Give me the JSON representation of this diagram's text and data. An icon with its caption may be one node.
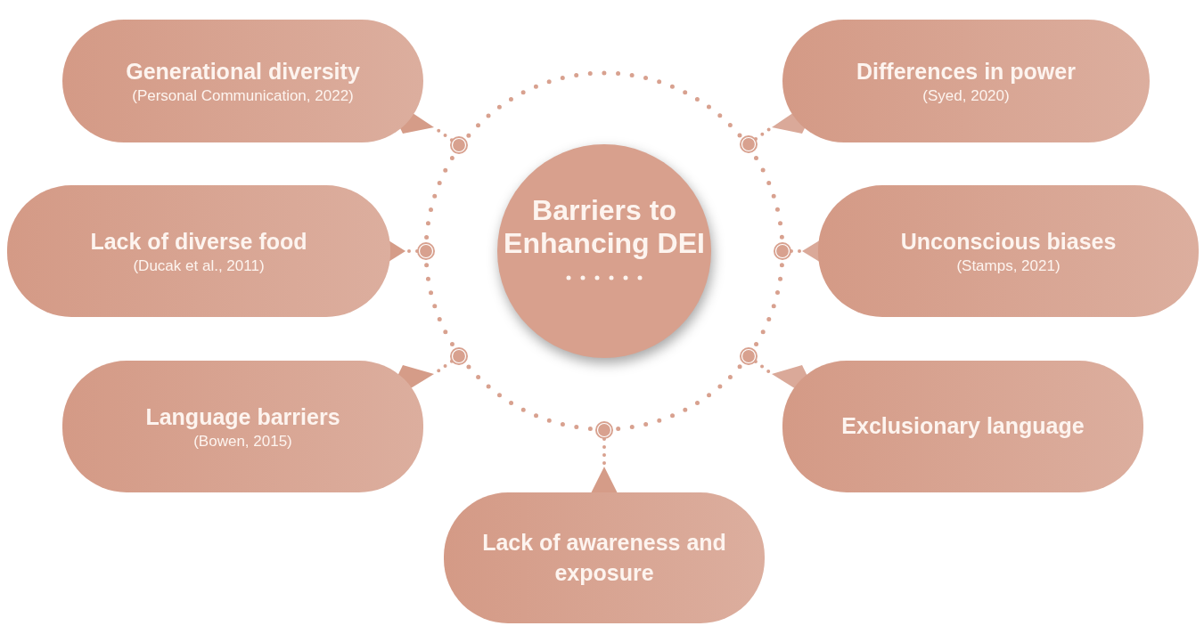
{
  "diagram": {
    "nodes": [
      {
        "text": [
          "Barriers to Enhancing DEI"
        ]
      },
      {
        "text": [
          "Generational diversity",
          "(Personal Communication, 2022)"
        ]
      },
      {
        "text": [
          "Differences in power",
          "(Syed, 2020)"
        ]
      },
      {
        "text": [
          "Lack of diverse food",
          "(Ducak et al., 2011)"
        ]
      },
      {
        "text": [
          "Unconscious biases",
          "(Stamps, 2021)"
        ]
      },
      {
        "text": [
          "Language barriers",
          "(Bowen, 2015)"
        ]
      },
      {
        "text": [
          "Exclusionary language"
        ]
      },
      {
        "text": [
          "Lack of awareness and exposure"
        ]
      },
      {
        "text": [],
        "shape": "circle"
      },
      {
        "text": [],
        "shape": "circle"
      },
      {
        "text": [],
        "shape": "circle"
      },
      {
        "text": [],
        "shape": "circle"
      },
      {
        "text": [],
        "shape": "circle"
      },
      {
        "text": [],
        "shape": "circle"
      },
      {
        "text": [],
        "shape": "circle"
      }
    ],
    "edges": [
      {
        "from": 8,
        "to": 1,
        "arrow": "none",
        "style": "dashed"
      },
      {
        "from": 9,
        "to": 2,
        "arrow": "none",
        "style": "dashed"
      },
      {
        "from": 10,
        "to": 3,
        "arrow": "none",
        "style": "dashed"
      },
      {
        "from": 11,
        "to": 4,
        "arrow": "none",
        "style": "dashed"
      },
      {
        "from": 12,
        "to": 5,
        "arrow": "none",
        "style": "dashed"
      },
      {
        "from": 13,
        "to": 6,
        "arrow": "none",
        "style": "dashed"
      },
      {
        "from": 14,
        "to": 7,
        "arrow": "none",
        "style": "dashed"
      }
    ]
  }
}
